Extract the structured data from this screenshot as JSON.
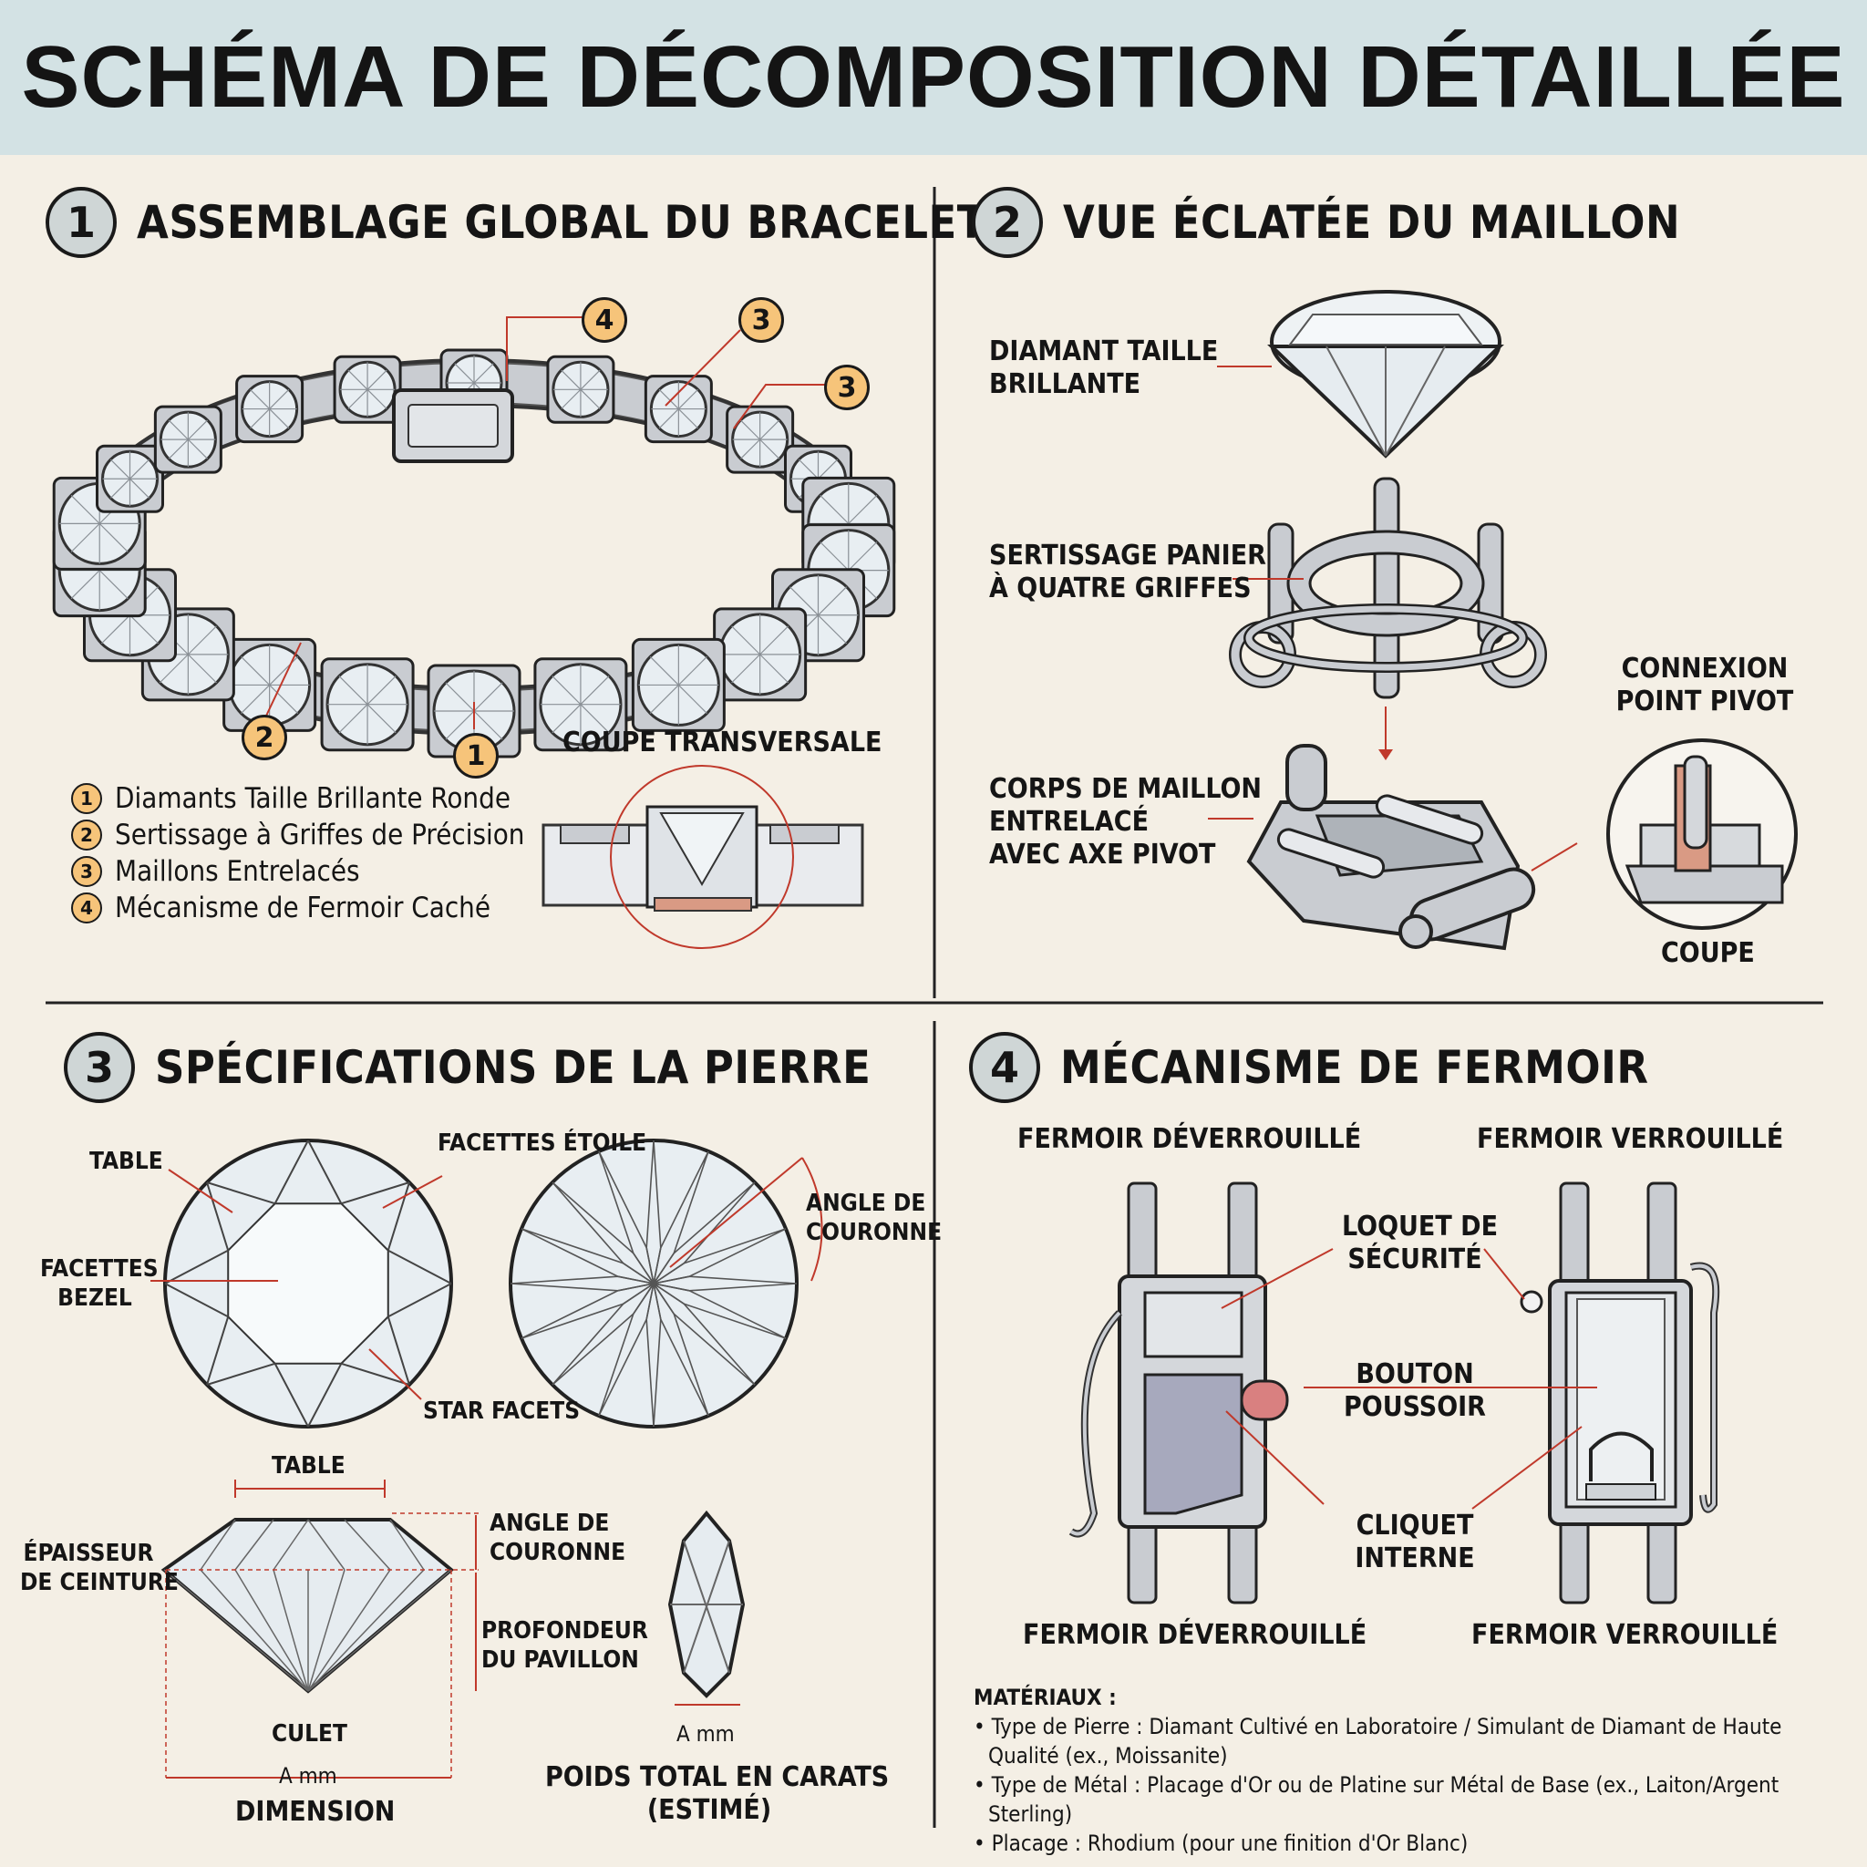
{
  "title": "SCHÉMA DE DÉCOMPOSITION DÉTAILLÉE",
  "sections": {
    "s1": {
      "number": "1",
      "title": "ASSEMBLAGE GLOBAL DU BRACELET"
    },
    "s2": {
      "number": "2",
      "title": "VUE ÉCLATÉE DU MAILLON"
    },
    "s3": {
      "number": "3",
      "title": "SPÉCIFICATIONS DE LA PIERRE"
    },
    "s4": {
      "number": "4",
      "title": "MÉCANISME DE FERMOIR"
    }
  },
  "bracelet": {
    "callouts": [
      "4",
      "3",
      "3",
      "2",
      "1"
    ],
    "legend": [
      {
        "num": "1",
        "text": "Diamants Taille Brillante Ronde"
      },
      {
        "num": "2",
        "text": "Sertissage à Griffes de Précision"
      },
      {
        "num": "3",
        "text": "Maillons Entrelacés"
      },
      {
        "num": "4",
        "text": "Mécanisme de Fermoir Caché"
      }
    ],
    "cross_section_label": "COUPE TRANSVERSALE"
  },
  "exploded": {
    "diamond_label": [
      "DIAMANT TAILLE",
      "BRILLANTE"
    ],
    "basket_label": [
      "SERTISSAGE PANIER",
      "À QUATRE GRIFFES"
    ],
    "link_label": [
      "CORPS DE MAILLON",
      "ENTRELACÉ",
      "AVEC AXE PIVOT"
    ],
    "pivot_label": [
      "CONNEXION",
      "POINT PIVOT"
    ],
    "cut_label": "COUPE"
  },
  "stone": {
    "top_labels": {
      "table": "TABLE",
      "facettes_etoile": "FACETTES ÉTOILE",
      "facettes_bezel": [
        "FACETTES",
        "BEZEL"
      ],
      "star_facets": "STAR FACETS",
      "angle_couronne": [
        "ANGLE DE",
        "COURONNE"
      ]
    },
    "profile_labels": {
      "table": "TABLE",
      "epaisseur": [
        "ÉPAISSEUR",
        "DE CEINTURE"
      ],
      "angle_couronne": [
        "ANGLE DE",
        "COURONNE"
      ],
      "profondeur": [
        "PROFONDEUR",
        "DU PAVILLON"
      ],
      "culet": "CULET",
      "a_mm": "A mm",
      "dimension": "DIMENSION"
    },
    "side_labels": {
      "a_mm": "A mm",
      "poids": [
        "POIDS TOTAL EN CARATS",
        "(ESTIMÉ)"
      ]
    }
  },
  "clasp": {
    "top_unlocked": "FERMOIR DÉVERROUILLÉ",
    "top_locked": "FERMOIR VERROUILLÉ",
    "loquet": [
      "LOQUET DE",
      "SÉCURITÉ"
    ],
    "bouton": [
      "BOUTON",
      "POUSSOIR"
    ],
    "cliquet": [
      "CLIQUET",
      "INTERNE"
    ],
    "bottom_unlocked": "FERMOIR DÉVERROUILLÉ",
    "bottom_locked": "FERMOIR VERROUILLÉ"
  },
  "materials": {
    "heading": "MATÉRIAUX :",
    "items": [
      "• Type de Pierre : Diamant Cultivé en Laboratoire / Simulant de Diamant de Haute Qualité (ex., Moissanite)",
      "• Type de Métal : Placage d'Or ou de Platine sur Métal de Base (ex., Laiton/Argent Sterling)",
      "• Placage : Rhodium (pour une finition d'Or Blanc)"
    ]
  },
  "colors": {
    "background": "#f4efe5",
    "title_band": "#d3e2e4",
    "leader_red": "#c0392b",
    "callout_orange": "#f6c47a",
    "metal": "#c9ccd1",
    "stone": "#e8eef2",
    "accent_copper": "#d99a84"
  }
}
